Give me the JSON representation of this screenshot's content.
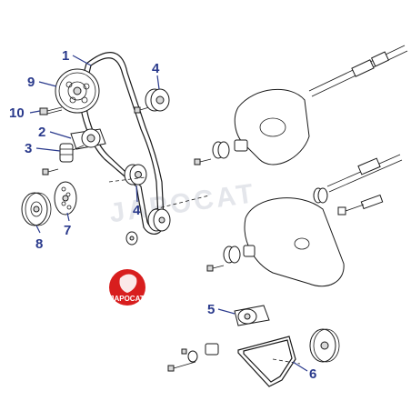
{
  "watermark": "JAPOCAT",
  "logo": {
    "text": "JAPOCAT",
    "color": "#d81e1e"
  },
  "callout_color": "#2a3a8c",
  "callouts": [
    {
      "id": "1",
      "label": "1"
    },
    {
      "id": "2",
      "label": "2"
    },
    {
      "id": "3",
      "label": "3"
    },
    {
      "id": "4a",
      "label": "4"
    },
    {
      "id": "4b",
      "label": "4"
    },
    {
      "id": "5",
      "label": "5"
    },
    {
      "id": "6",
      "label": "6"
    },
    {
      "id": "7",
      "label": "7"
    },
    {
      "id": "8",
      "label": "8"
    },
    {
      "id": "9",
      "label": "9"
    },
    {
      "id": "10",
      "label": "10"
    }
  ]
}
